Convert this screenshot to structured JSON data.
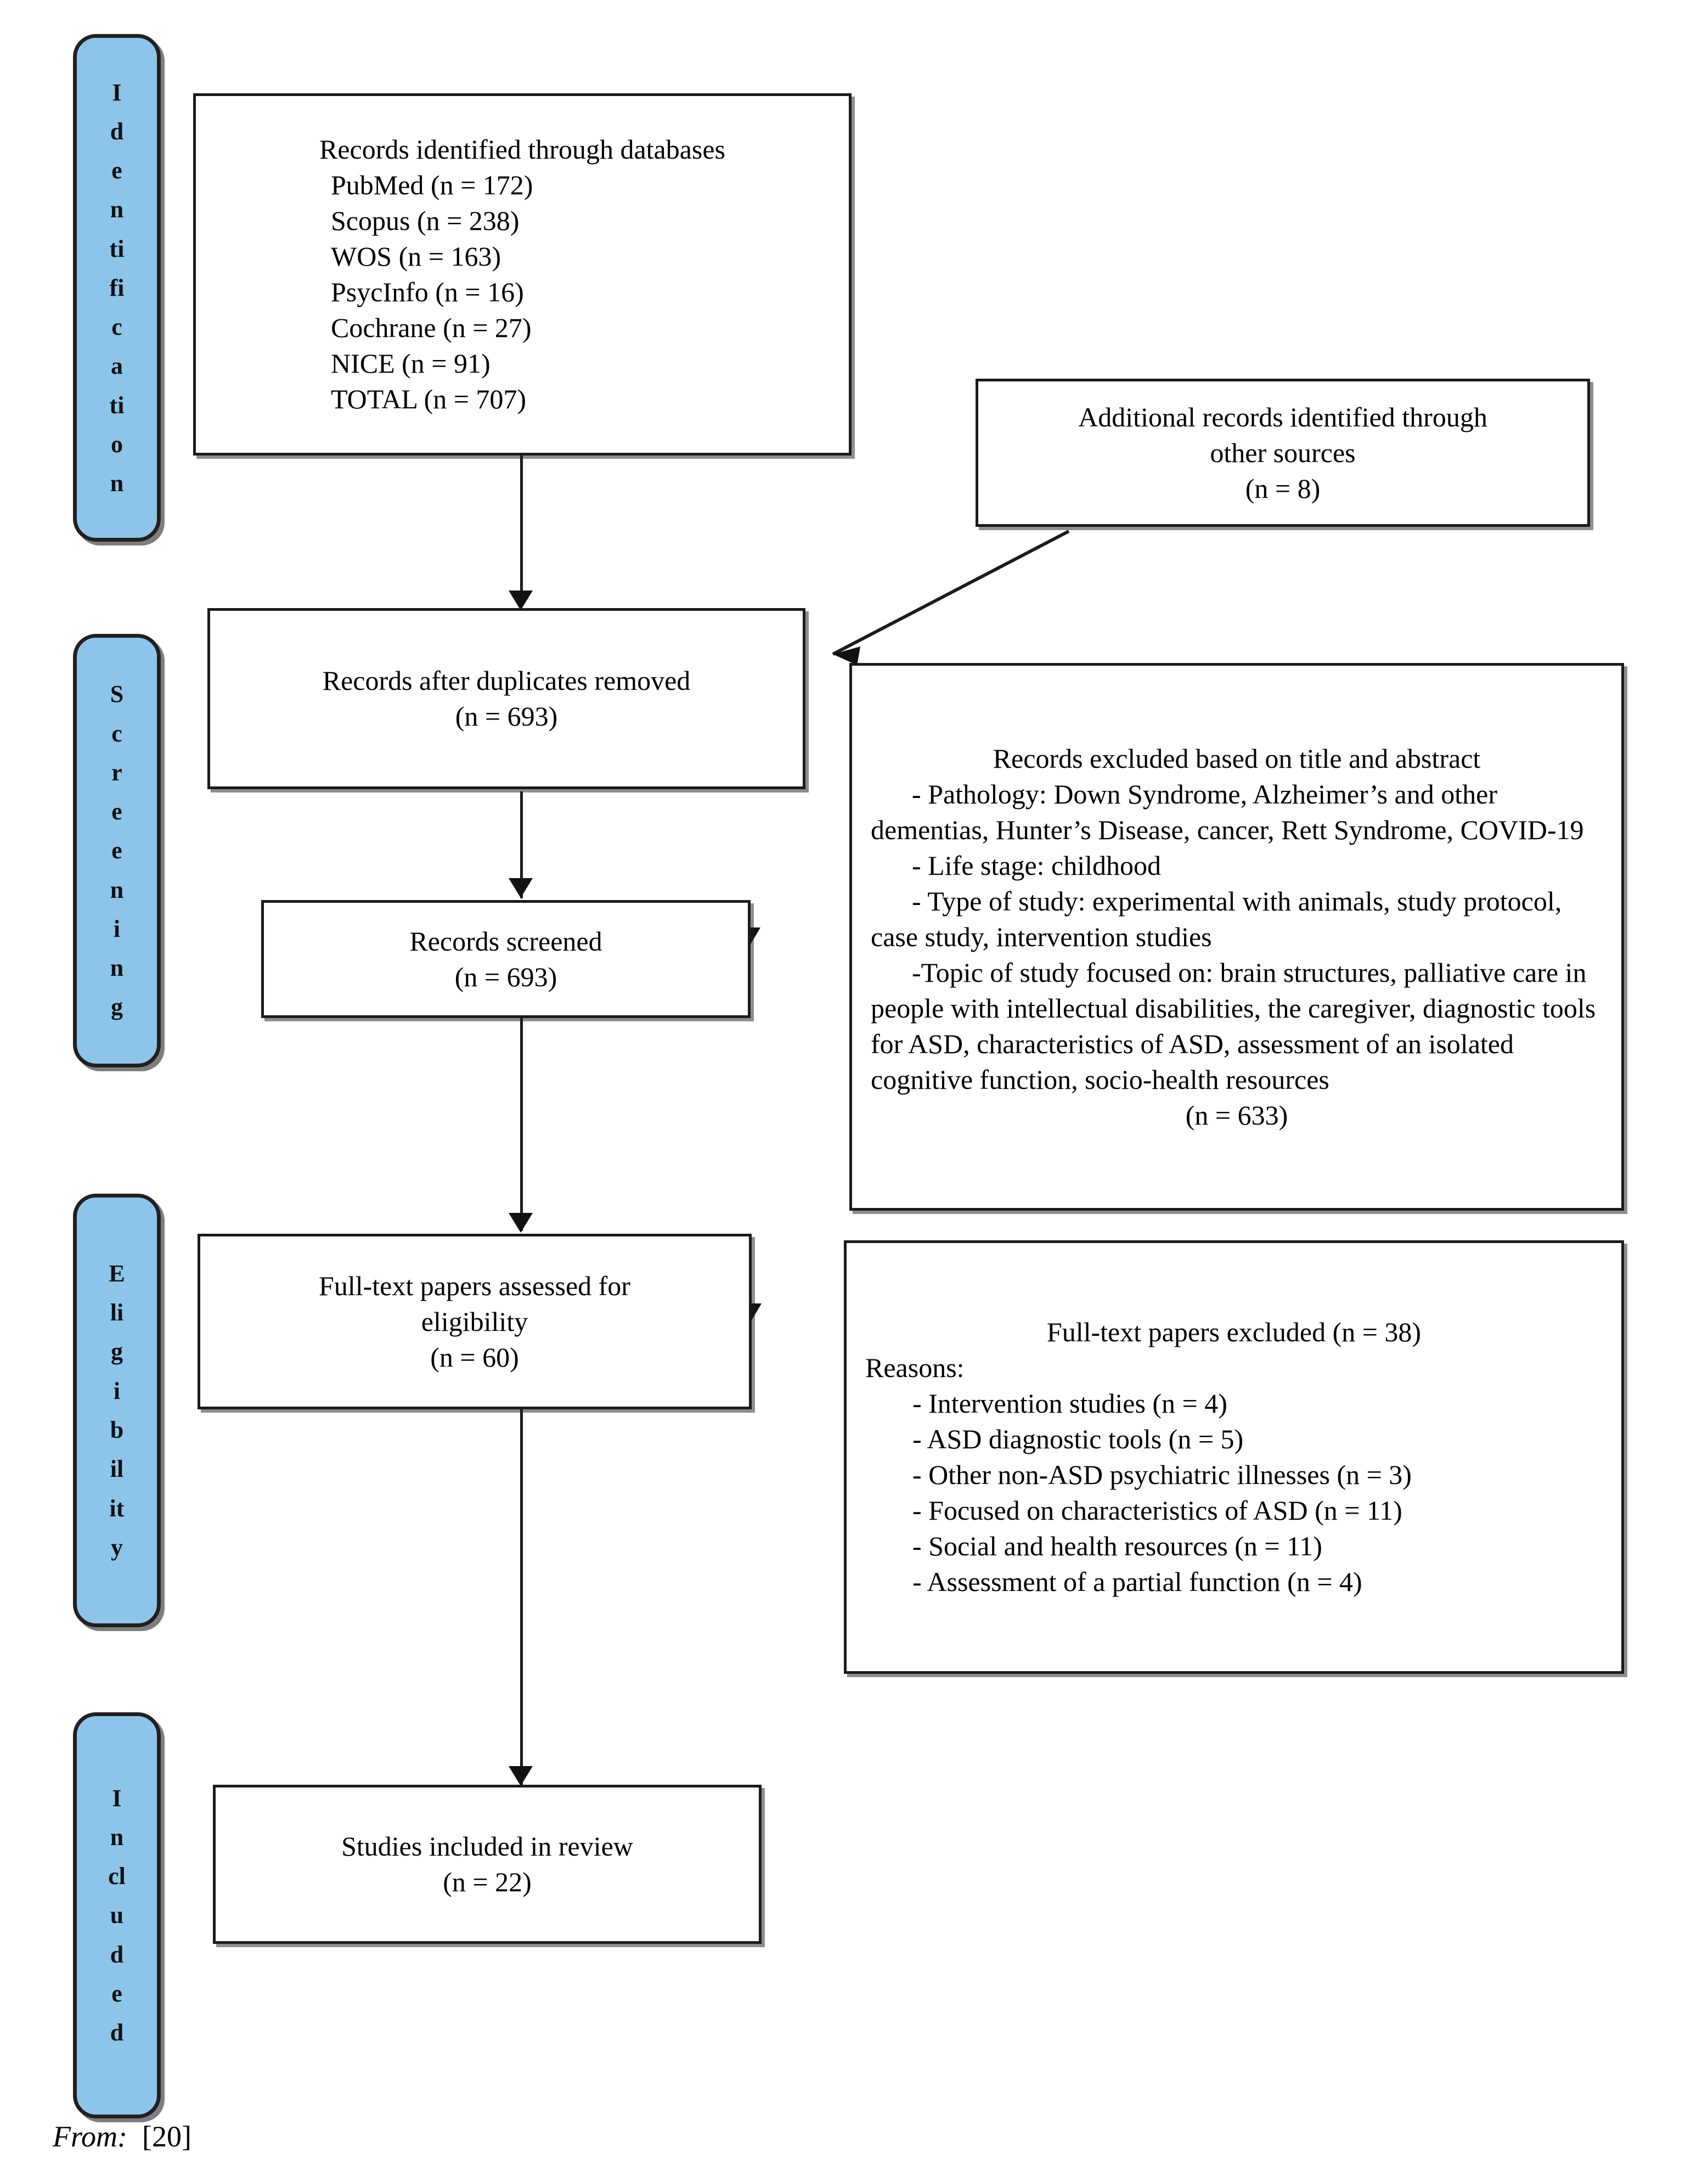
{
  "diagram": {
    "title": "PRISMA flow diagram",
    "source_note_prefix": "From:",
    "source_note_ref": "[20]",
    "accent_color": "#8CC5E9",
    "line_color": "#1b1b1b"
  },
  "stages": [
    {
      "name": "identification",
      "label": "Identification",
      "letters": [
        "I",
        "d",
        "e",
        "n",
        "ti",
        "fi",
        "c",
        "a",
        "ti",
        "o",
        "n"
      ]
    },
    {
      "name": "screening",
      "label": "Screening",
      "letters": [
        "S",
        "c",
        "r",
        "e",
        "e",
        "n",
        "i",
        "n",
        "g"
      ]
    },
    {
      "name": "eligibility",
      "label": "Eligibility",
      "letters": [
        "E",
        "li",
        "g",
        "i",
        "b",
        "il",
        "it",
        "y"
      ]
    },
    {
      "name": "included",
      "label": "Included",
      "letters": [
        "I",
        "n",
        "cl",
        "u",
        "d",
        "e",
        "d"
      ]
    }
  ],
  "boxes": {
    "identified": {
      "heading": "Records identified through databases",
      "databases": [
        "PubMed (n = 172)",
        "Scopus (n = 238)",
        "WOS (n = 163)",
        "PsycInfo (n = 16)",
        "Cochrane (n = 27)",
        "NICE (n = 91)",
        "TOTAL (n = 707)"
      ]
    },
    "additional": {
      "line1": "Additional records identified through",
      "line2": "other sources",
      "count": "(n = 8)"
    },
    "after_duplicates": {
      "line1": "Records after duplicates removed",
      "count": "(n = 693)"
    },
    "screened": {
      "line1": "Records screened",
      "count": "(n = 693)"
    },
    "excluded_title_abstract": {
      "heading": "Records excluded based on title and abstract",
      "body": "      - Pathology: Down Syndrome, Alzheimer’s and other dementias, Hunter’s Disease, cancer, Rett Syndrome, COVID-19\n      - Life stage: childhood\n      - Type of study: experimental with animals, study protocol, case study, intervention studies\n      -Topic of study focused on: brain structures, palliative care in people with intellectual disabilities, the caregiver, diagnostic tools for ASD, characteristics of ASD, assessment of an isolated cognitive function, socio-health resources",
      "count": "(n = 633)"
    },
    "fulltext_assessed": {
      "line1": "Full-text papers assessed for",
      "line2": "eligibility",
      "count": "(n = 60)"
    },
    "fulltext_excluded": {
      "heading": "Full-text papers excluded (n = 38)",
      "reasons_label": "Reasons:",
      "reasons": [
        "- Intervention studies (n = 4)",
        "- ASD diagnostic tools (n = 5)",
        "- Other non-ASD psychiatric illnesses (n = 3)",
        "- Focused on characteristics of ASD (n = 11)",
        "- Social and health resources (n = 11)",
        "- Assessment of a partial function (n = 4)"
      ]
    },
    "included_studies": {
      "line1": "Studies included in review",
      "count": "(n = 22)"
    }
  }
}
